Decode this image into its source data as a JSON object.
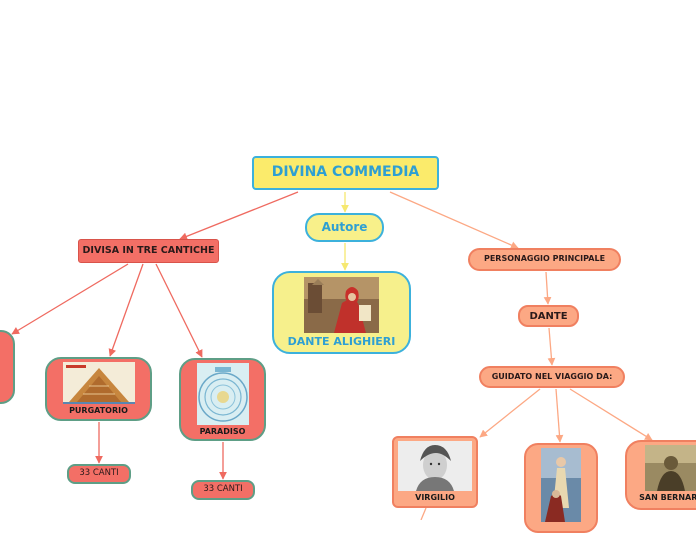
{
  "root": {
    "label": "DIVINA COMMEDIA"
  },
  "autore": {
    "label": "Autore",
    "child": {
      "label": "DANTE ALIGHIERI",
      "image": "dante-portrait-image"
    }
  },
  "cantiche": {
    "label": "DIVISA IN  TRE CANTICHE",
    "items": [
      {
        "label": "",
        "image": "inferno-image"
      },
      {
        "label": "PURGATORIO",
        "image": "purgatorio-mountain-image",
        "canti": "33 CANTI"
      },
      {
        "label": "PARADISO",
        "image": "paradiso-spheres-image",
        "canti": "33 CANTI"
      }
    ]
  },
  "personaggio": {
    "label": "PERSONAGGIO PRINCIPALE",
    "child": {
      "label": "DANTE"
    },
    "guidato": {
      "label": "GUIDATO NEL VIAGGIO DA:",
      "guides": [
        {
          "label": "VIRGILIO",
          "image": "virgilio-portrait-image"
        },
        {
          "label": "",
          "image": "beatrice-image"
        },
        {
          "label": "SAN BERNARDO",
          "image": "san-bernardo-image"
        }
      ]
    }
  },
  "colors": {
    "title_text": "#2e9fd3",
    "root_fill": "#fbeb6b",
    "root_border": "#3cb1dc",
    "red_branch": "#f36f66",
    "salmon_branch": "#fca884",
    "yellow_branch": "#f8f08a"
  }
}
